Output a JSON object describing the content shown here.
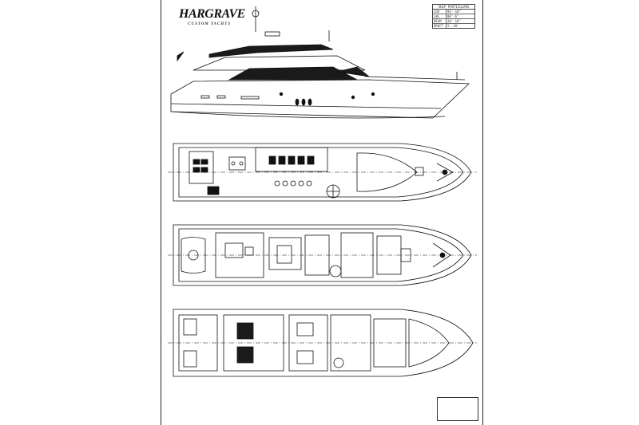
{
  "drawing": {
    "brand": "HARGRAVE",
    "brand_sub": "CUSTOM YACHTS",
    "spec_header": "SHIP PARTICULARS",
    "specs": [
      {
        "label": "LOA",
        "value": "94'-10\""
      },
      {
        "label": "LWL",
        "value": "80'-6\""
      },
      {
        "label": "BEAM",
        "value": "20'-10\""
      },
      {
        "label": "DRAFT",
        "value": "5'-10\""
      }
    ]
  },
  "views": [
    {
      "id": "profile",
      "kind": "side-elevation"
    },
    {
      "id": "flybridge",
      "kind": "deck-plan"
    },
    {
      "id": "main-deck",
      "kind": "deck-plan"
    },
    {
      "id": "lower-deck",
      "kind": "deck-plan"
    }
  ],
  "colors": {
    "line": "#111111",
    "hull_dark": "#1a1a1a",
    "paper": "#ffffff"
  }
}
